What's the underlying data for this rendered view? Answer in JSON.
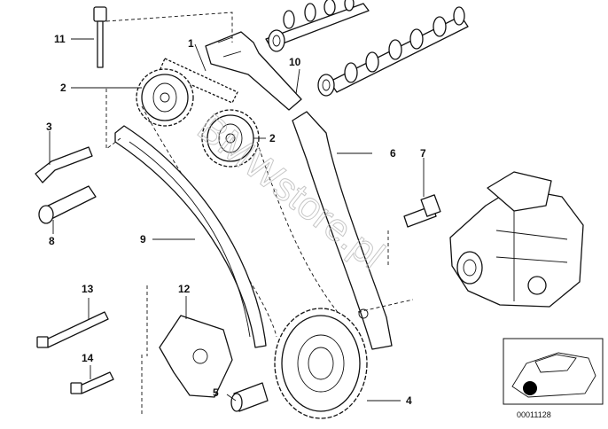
{
  "diagram": {
    "callouts": [
      {
        "id": "label-1",
        "text": "1"
      },
      {
        "id": "label-2a",
        "text": "2"
      },
      {
        "id": "label-2b",
        "text": "2"
      },
      {
        "id": "label-3",
        "text": "3"
      },
      {
        "id": "label-4",
        "text": "4"
      },
      {
        "id": "label-5",
        "text": "5"
      },
      {
        "id": "label-6",
        "text": "6"
      },
      {
        "id": "label-7",
        "text": "7"
      },
      {
        "id": "label-8",
        "text": "8"
      },
      {
        "id": "label-9",
        "text": "9"
      },
      {
        "id": "label-10",
        "text": "10"
      },
      {
        "id": "label-11",
        "text": "11"
      },
      {
        "id": "label-12",
        "text": "12"
      },
      {
        "id": "label-13",
        "text": "13"
      },
      {
        "id": "label-14",
        "text": "14"
      }
    ],
    "watermark": "BMWstore.pl",
    "inset_number": "00011128"
  }
}
